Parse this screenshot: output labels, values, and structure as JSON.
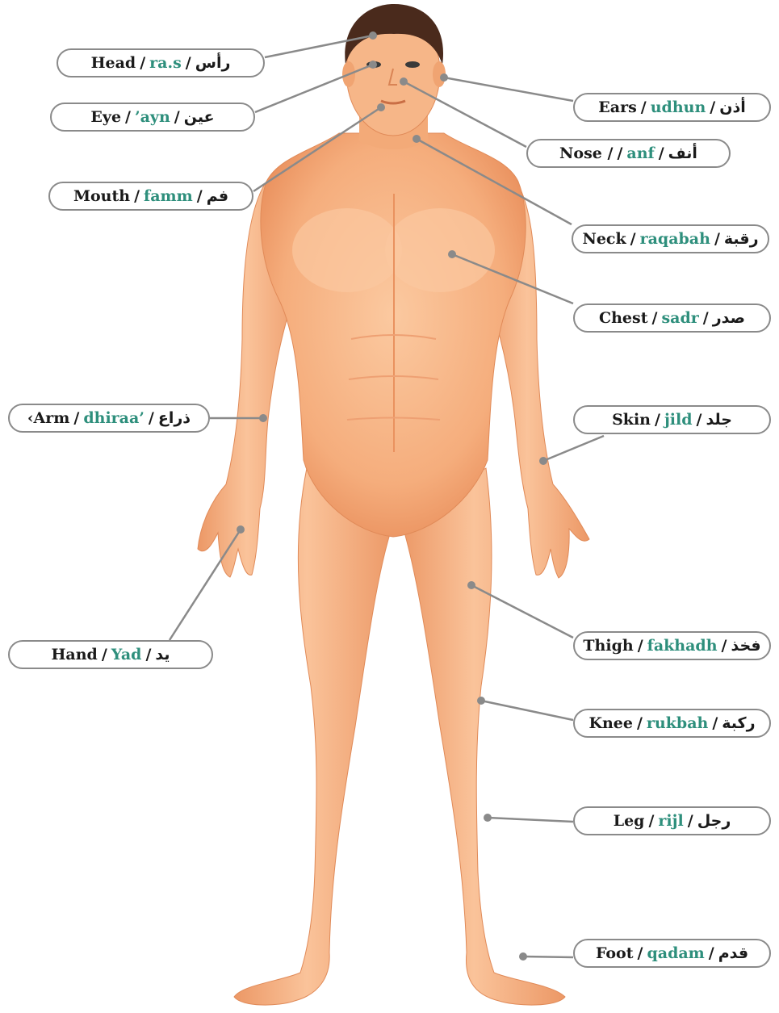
{
  "colors": {
    "skin": "#f6b487",
    "skin_dark": "#e8905f",
    "hair": "#4a2a1c",
    "line": "#8a8a8a",
    "transliteration": "#2e8f7c"
  },
  "labels": [
    {
      "id": "head",
      "en": "Head",
      "tr": "ra.s",
      "ar": "رأس",
      "sep2": "/"
    },
    {
      "id": "eye",
      "en": "Eye",
      "tr": "’ayn",
      "ar": "عين",
      "sep2": "/"
    },
    {
      "id": "mouth",
      "en": "Mouth",
      "tr": "famm",
      "ar": "فم",
      "sep2": "/"
    },
    {
      "id": "arm",
      "en": "‹Arm",
      "tr": "dhiraa’",
      "ar": "ذراع",
      "sep2": "/"
    },
    {
      "id": "hand",
      "en": "Hand",
      "tr": "Yad",
      "ar": "يد",
      "sep2": "/"
    },
    {
      "id": "ears",
      "en": "Ears",
      "tr": "udhun",
      "ar": "أذن",
      "sep2": "/"
    },
    {
      "id": "nose",
      "en": "Nose /",
      "tr": "anf",
      "ar": "أنف",
      "sep2": "/"
    },
    {
      "id": "neck",
      "en": "Neck",
      "tr": "raqabah",
      "ar": "رقبة",
      "sep2": "/"
    },
    {
      "id": "chest",
      "en": "Chest",
      "tr": "sadr",
      "ar": "صدر",
      "sep2": "/"
    },
    {
      "id": "skin",
      "en": "Skin",
      "tr": "jild",
      "ar": "جلد",
      "sep2": "/"
    },
    {
      "id": "thigh",
      "en": "Thigh",
      "tr": "fakhadh",
      "ar": "فخذ",
      "sep2": "/"
    },
    {
      "id": "knee",
      "en": "Knee",
      "tr": "rukbah",
      "ar": "ركبة",
      "sep2": "/"
    },
    {
      "id": "leg",
      "en": "Leg",
      "tr": "rijl",
      "ar": "رجل",
      "sep2": "/"
    },
    {
      "id": "foot",
      "en": "Foot",
      "tr": "qadam",
      "ar": "قدم",
      "sep2": "/"
    }
  ]
}
